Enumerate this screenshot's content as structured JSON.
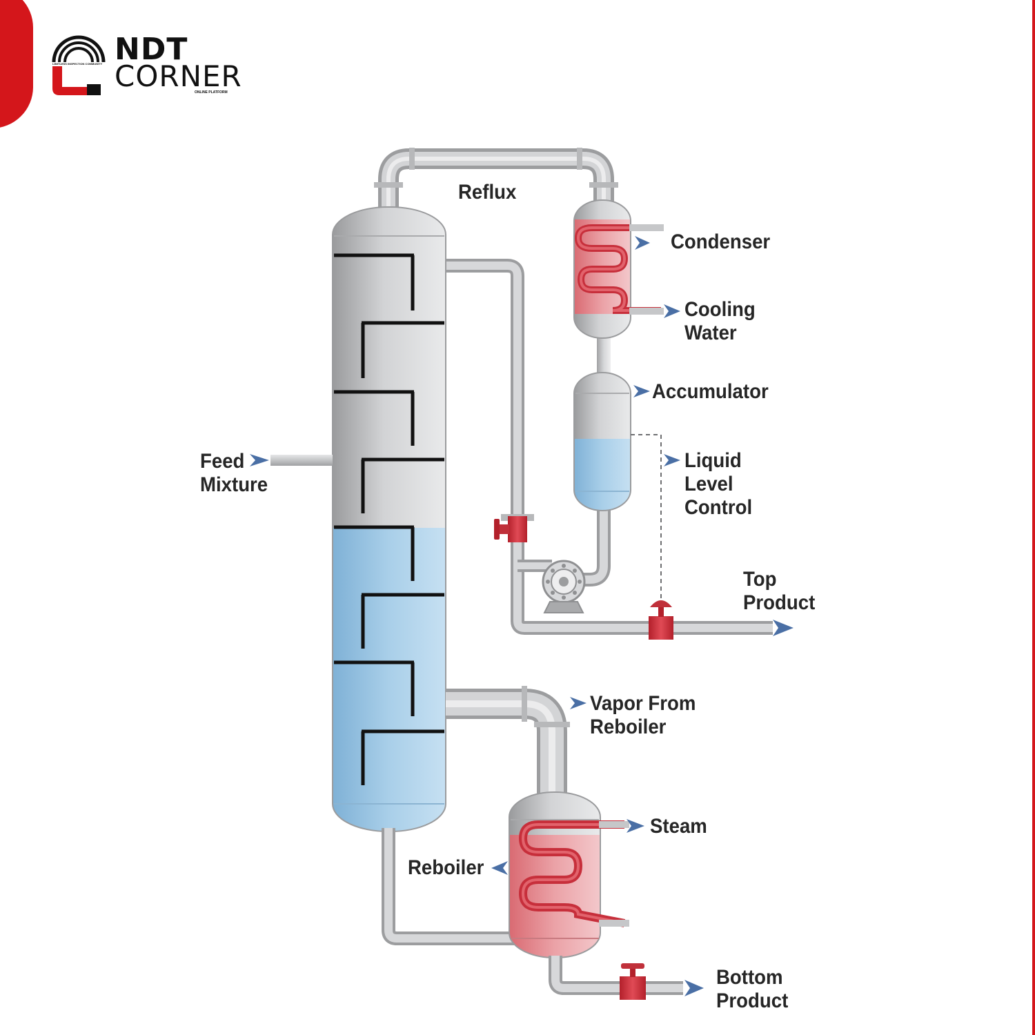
{
  "brand": {
    "name_line1": "NDT",
    "name_line2": "CORNER",
    "tagline_left": "LIMITLESS INSPECTION COMMUNITY",
    "tagline_right": "ONLINE PLATFORM",
    "accent_color": "#d4161b"
  },
  "labels": {
    "reflux": "Reflux",
    "condenser": "Condenser",
    "cooling_water_1": "Cooling",
    "cooling_water_2": "Water",
    "accumulator": "Accumulator",
    "liquid_level_1": "Liquid",
    "liquid_level_2": "Level",
    "liquid_level_3": "Control",
    "feed_1": "Feed",
    "feed_2": "Mixture",
    "top_product_1": "Top",
    "top_product_2": "Product",
    "vapor_1": "Vapor From",
    "vapor_2": "Reboiler",
    "steam": "Steam",
    "reboiler": "Reboiler",
    "bottom_product_1": "Bottom",
    "bottom_product_2": "Product"
  },
  "colors": {
    "vapor_gray": "#c7c8ca",
    "liquid_blue": "#a9cfe9",
    "heat_red": "#e8848a",
    "coil_red": "#d63a45",
    "arrow_blue": "#4a6fa5",
    "pipe_gray": "#cfd0d2"
  }
}
